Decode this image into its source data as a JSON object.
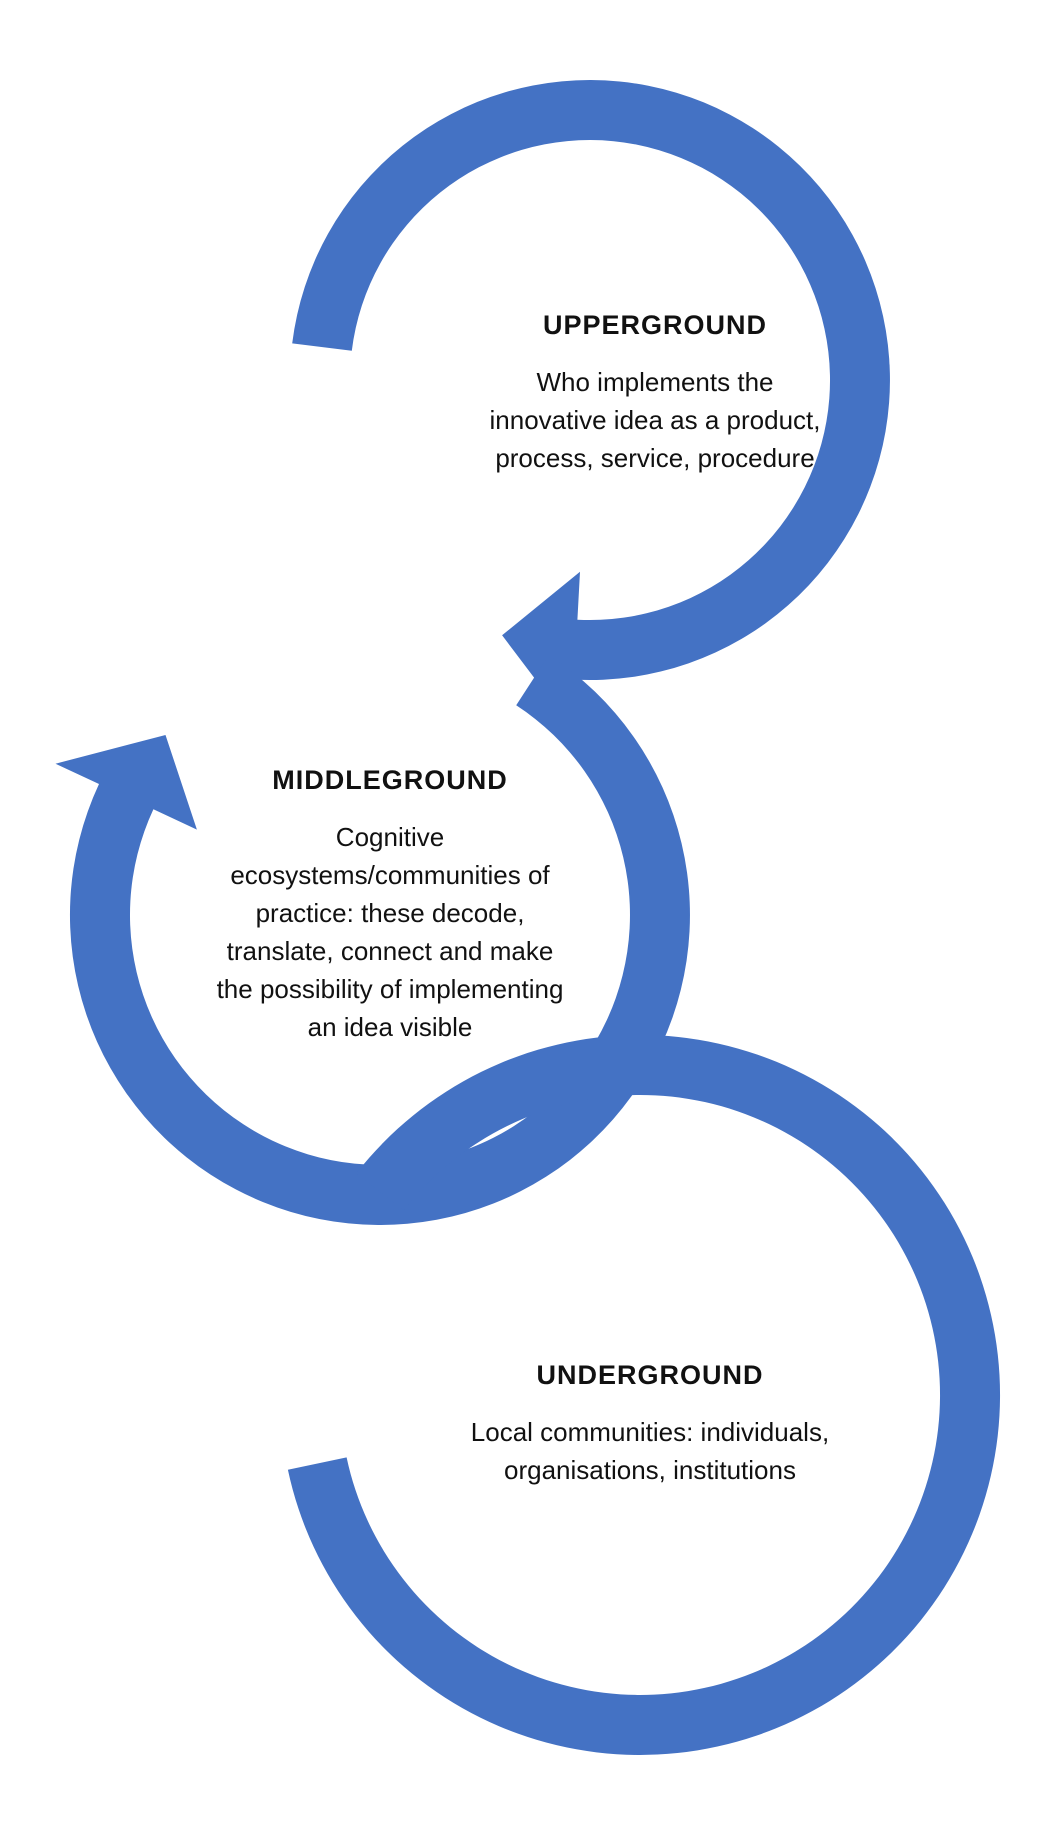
{
  "colors": {
    "ring": "#4472C4",
    "background": "#FFFFFF",
    "text": "#111111"
  },
  "levels": [
    {
      "heading": "UPPERGROUND",
      "lines": [
        "Who implements  the",
        "innovative  idea as a product,",
        "process,  service, procedure"
      ]
    },
    {
      "heading": "MIDDLEGROUND",
      "lines": [
        "Cognitive",
        "ecosystems/communities  of",
        "practice: these decode,",
        "translate, connect and make",
        "the possibility  of implementing",
        "an idea visible"
      ]
    },
    {
      "heading": "UNDERGROUND",
      "lines": [
        "Local communities:  individuals,",
        "organisations,  institutions"
      ]
    }
  ]
}
